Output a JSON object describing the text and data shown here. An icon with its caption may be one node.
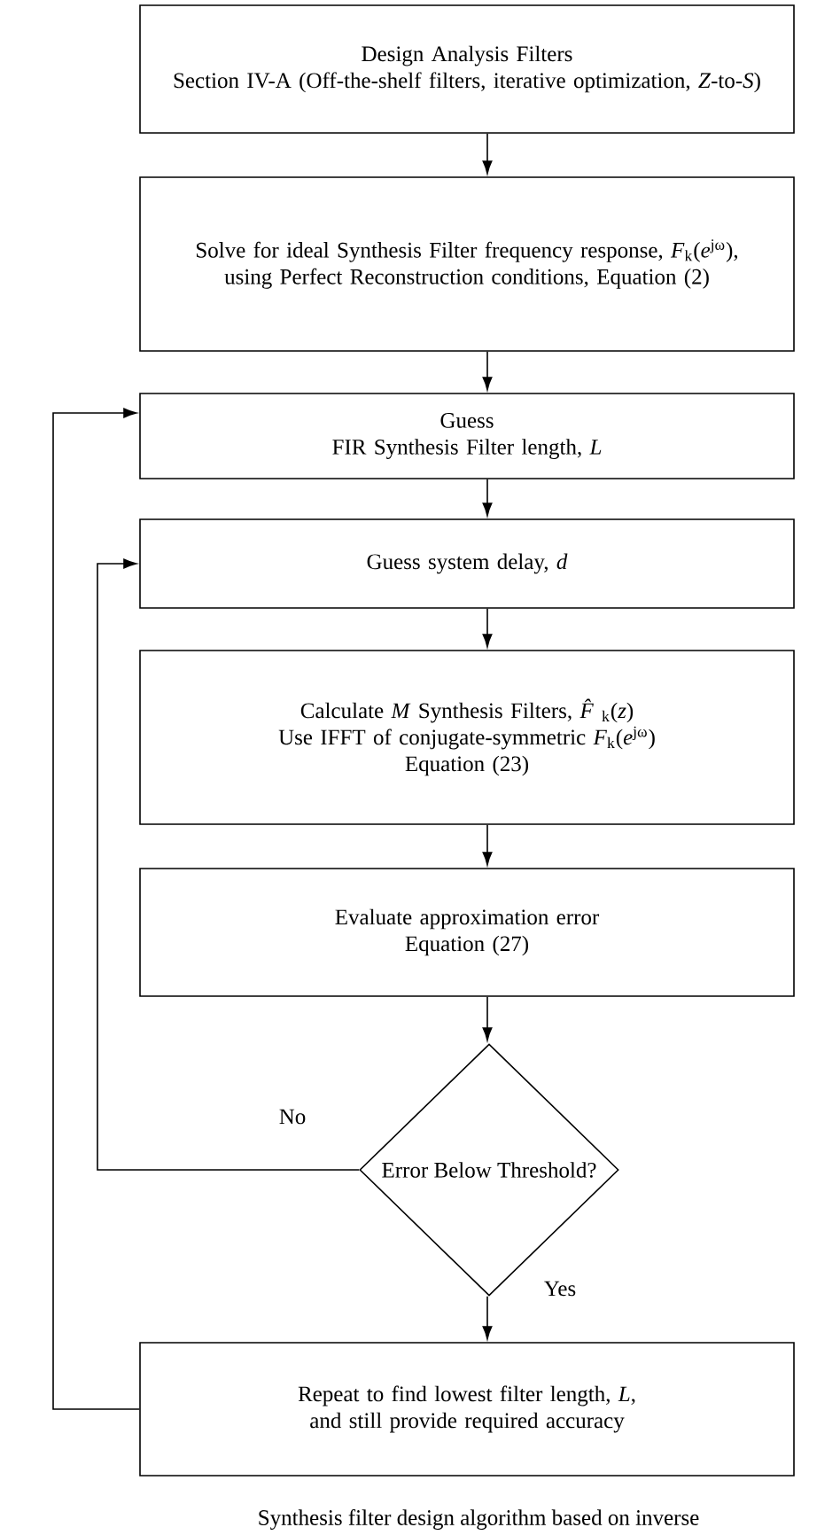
{
  "diagram": {
    "caption": "Synthesis filter design algorithm based on inverse",
    "nodes": [
      {
        "text": [
          "Design Analysis Filters",
          "Section IV-A (Off-the-shelf filters, iterative optimization, *Z*-to-*S*)"
        ]
      },
      {
        "text": [
          "Solve for ideal Synthesis Filter frequency response, *F*$_{k}$(*e*$^{jω}$),",
          "using Perfect Reconstruction conditions, Equation (2)"
        ]
      },
      {
        "text": [
          "Guess",
          "FIR Synthesis Filter length, *L*"
        ]
      },
      {
        "text": [
          "Guess system delay, *d*"
        ]
      },
      {
        "text": [
          "Calculate *M* Synthesis Filters, *F̂*$_{k}$(*z*)",
          "Use IFFT of conjugate-symmetric *F*$_{k}$(*e*$^{jω}$)",
          "Equation (23)"
        ]
      },
      {
        "text": [
          "Evaluate approximation error",
          "Equation (27)"
        ]
      },
      {
        "text": [
          "Error Below Threshold?"
        ]
      },
      {
        "text": [
          "Repeat to find lowest filter length, *L*, and still provide required accuracy"
        ]
      }
    ],
    "edges": [
      {
        "from": 0,
        "to": 1,
        "arrow": "to"
      },
      {
        "from": 1,
        "to": 2,
        "arrow": "to"
      },
      {
        "from": 2,
        "to": 3,
        "arrow": "to"
      },
      {
        "from": 3,
        "to": 4,
        "arrow": "to"
      },
      {
        "from": 4,
        "to": 5,
        "arrow": "to"
      },
      {
        "from": 5,
        "to": 6,
        "arrow": "to"
      },
      {
        "from": 6,
        "to": 3,
        "arrow": "to",
        "label": "No"
      },
      {
        "from": 6,
        "to": 7,
        "arrow": "to",
        "label": "Yes"
      },
      {
        "from": 7,
        "to": 2,
        "arrow": "to"
      }
    ]
  }
}
